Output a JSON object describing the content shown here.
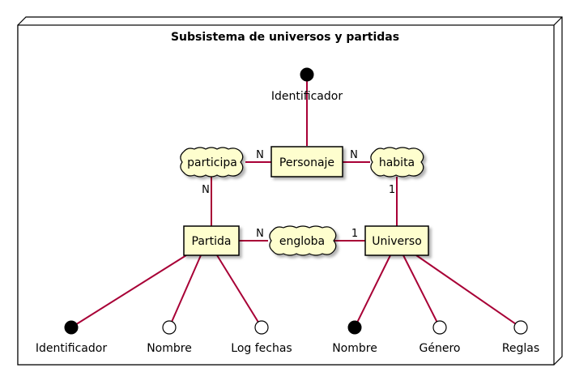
{
  "package": {
    "title": "Subsistema de universos y partidas"
  },
  "entities": {
    "personaje": "Personaje",
    "partida": "Partida",
    "universo": "Universo"
  },
  "relations": {
    "participa": "participa",
    "habita": "habita",
    "engloba": "engloba"
  },
  "attributes": {
    "personaje_id": "Identificador",
    "partida_id": "Identificador",
    "partida_nombre": "Nombre",
    "partida_log": "Log fechas",
    "universo_nombre": "Nombre",
    "universo_genero": "Género",
    "universo_reglas": "Reglas"
  },
  "cardinalities": {
    "participa_personaje": "N",
    "participa_partida": "N",
    "habita_personaje": "N",
    "habita_universo": "1",
    "engloba_partida": "N",
    "engloba_universo": "1"
  }
}
